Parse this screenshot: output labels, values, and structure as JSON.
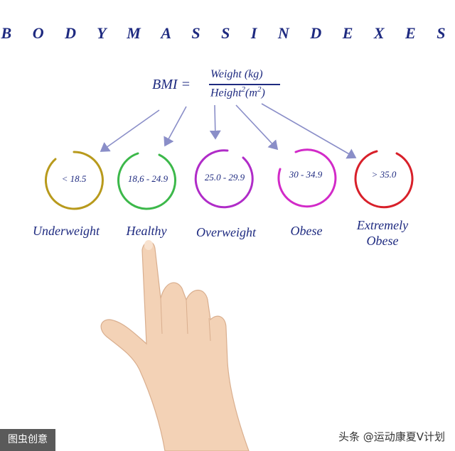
{
  "title": "B O D Y   M A S S   I N D E X E S",
  "formula": {
    "lhs": "BMI =",
    "numerator": "Weight (kg)",
    "denominator_base": "Height",
    "denominator_exp": "2",
    "denominator_unit_open": "(m",
    "denominator_unit_exp": "2",
    "denominator_unit_close": ")"
  },
  "categories": [
    {
      "range": "< 18.5",
      "label": "Underweight",
      "color": "#b89a1c"
    },
    {
      "range": "18,6 - 24.9",
      "label": "Healthy",
      "color": "#3cb84a"
    },
    {
      "range": "25.0 - 29.9",
      "label": "Overweight",
      "color": "#b02cc8"
    },
    {
      "range": "30 - 34.9",
      "label": "Obese",
      "color": "#d22ac8"
    },
    {
      "range": "> 35.0",
      "label_line1": "Extremely",
      "label_line2": "Obese",
      "color": "#d8202a"
    }
  ],
  "colors": {
    "text": "#1e2a80",
    "arrow": "#8a8ec8",
    "skin": "#f3d2b6"
  },
  "watermark": {
    "left": "图虫创意",
    "right": "头条 @运动康夏V计划"
  }
}
